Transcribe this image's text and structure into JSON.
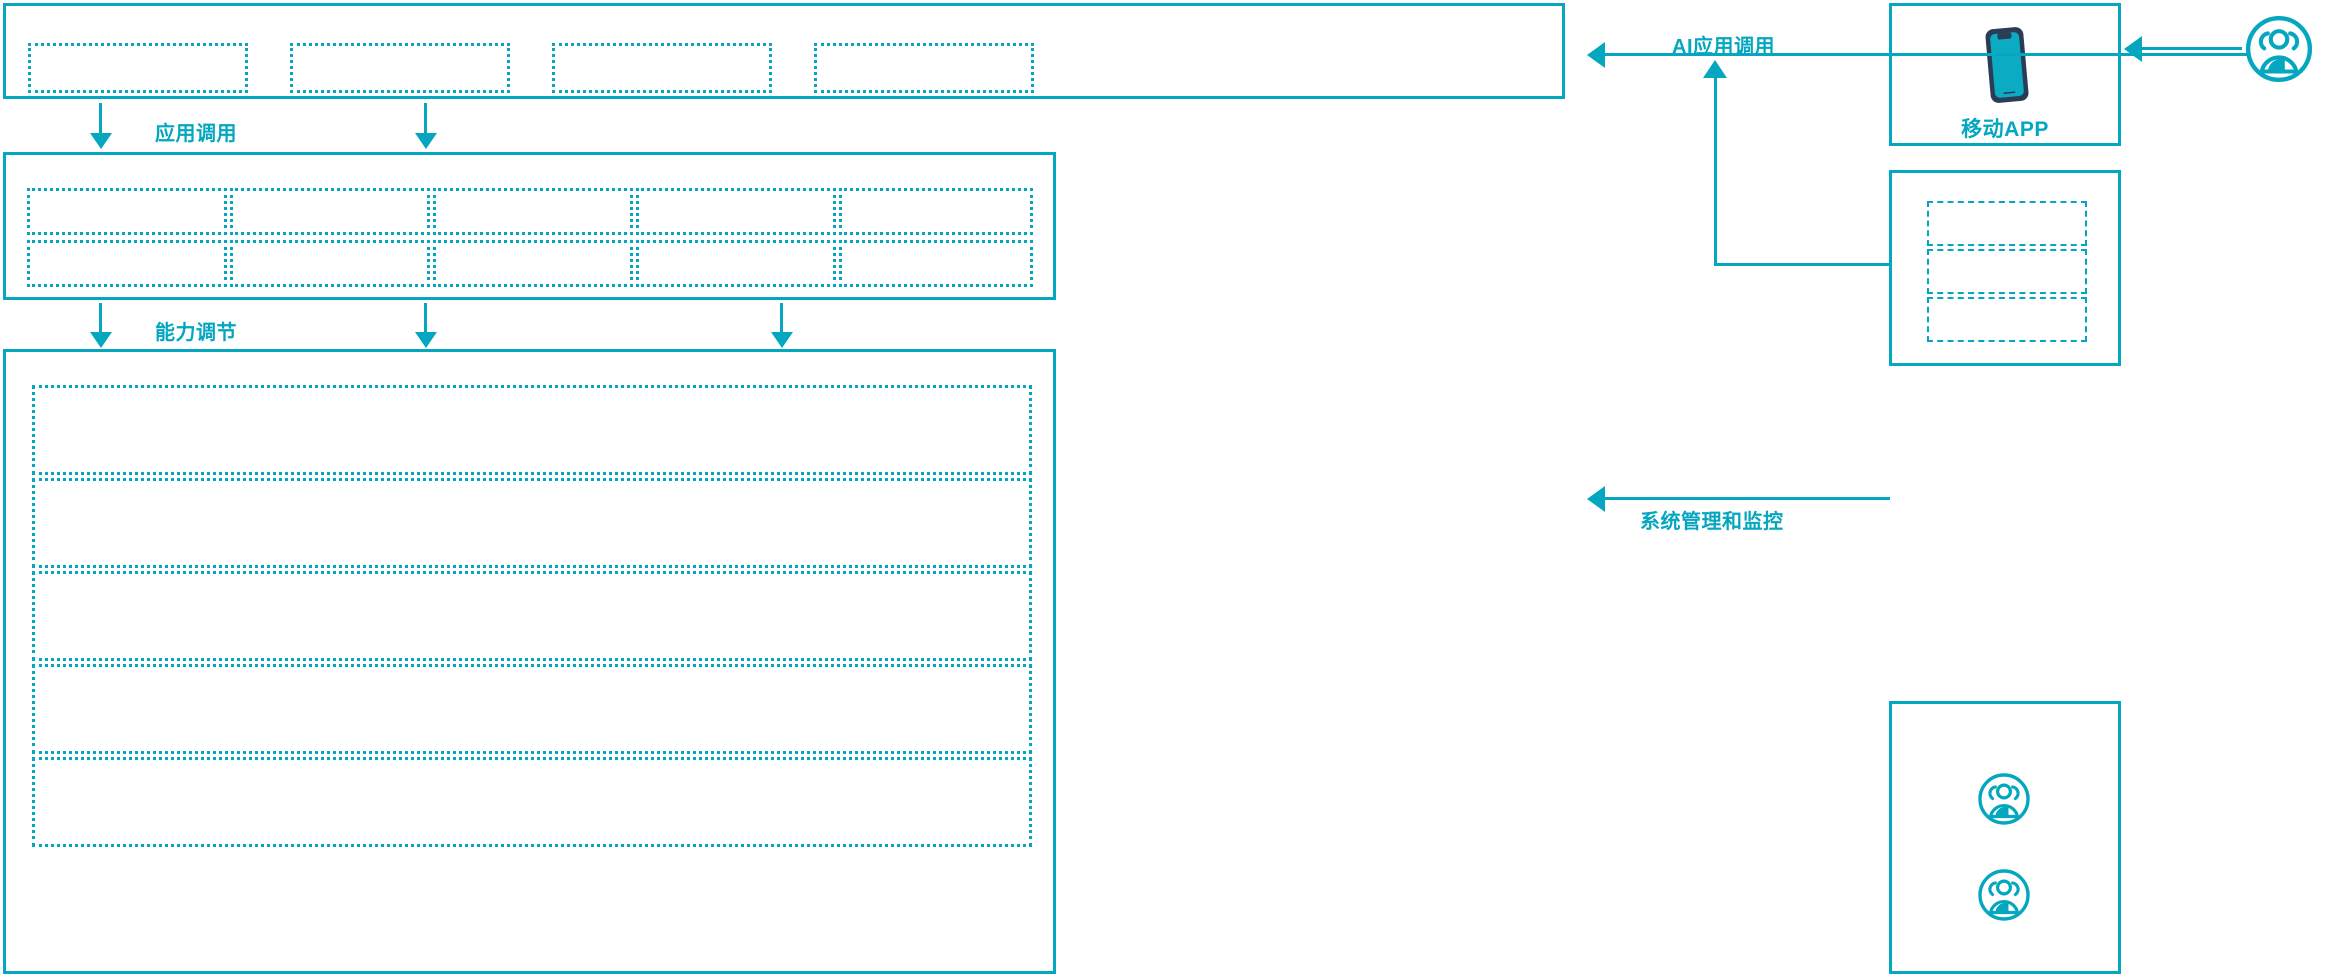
{
  "theme": {
    "accent": "#04a7bf",
    "accent_dark": "#0aa3b8",
    "phone_frame": "#2b3d55",
    "phone_screen": "#0bacc3",
    "background": "#ffffff"
  },
  "flows": [
    {
      "id": "app-call",
      "label": "应用调用"
    },
    {
      "id": "capability-tune",
      "label": "能力调节"
    },
    {
      "id": "ai-app-call",
      "label": "AI应用调用"
    },
    {
      "id": "sys-admin-mon",
      "label": "系统管理和监控"
    }
  ],
  "layers": [
    {
      "id": "application-layer",
      "name": "application-layer",
      "blocks": [
        "",
        "",
        "",
        ""
      ]
    },
    {
      "id": "capability-layer",
      "name": "capability-layer",
      "columns": 5,
      "rows": 2,
      "blocks": [
        "",
        "",
        "",
        "",
        "",
        "",
        "",
        "",
        "",
        ""
      ]
    },
    {
      "id": "platform-layer",
      "name": "platform-layer",
      "rows": [
        "",
        "",
        "",
        "",
        ""
      ]
    }
  ],
  "right_panels": [
    {
      "id": "mobile-app-panel",
      "caption": "移动APP",
      "icon": "smartphone-icon",
      "blocks": []
    },
    {
      "id": "channel-panel",
      "caption": "",
      "icon": "",
      "blocks": [
        "",
        "",
        ""
      ]
    },
    {
      "id": "operations-panel",
      "caption": "",
      "icon": "user-group-icon",
      "icon_count": 2,
      "blocks": []
    }
  ],
  "actors": [
    {
      "id": "end-user",
      "icon": "user-group-icon",
      "label": ""
    }
  ],
  "icons": {
    "user_group": "user-group-icon",
    "smartphone": "smartphone-icon"
  }
}
